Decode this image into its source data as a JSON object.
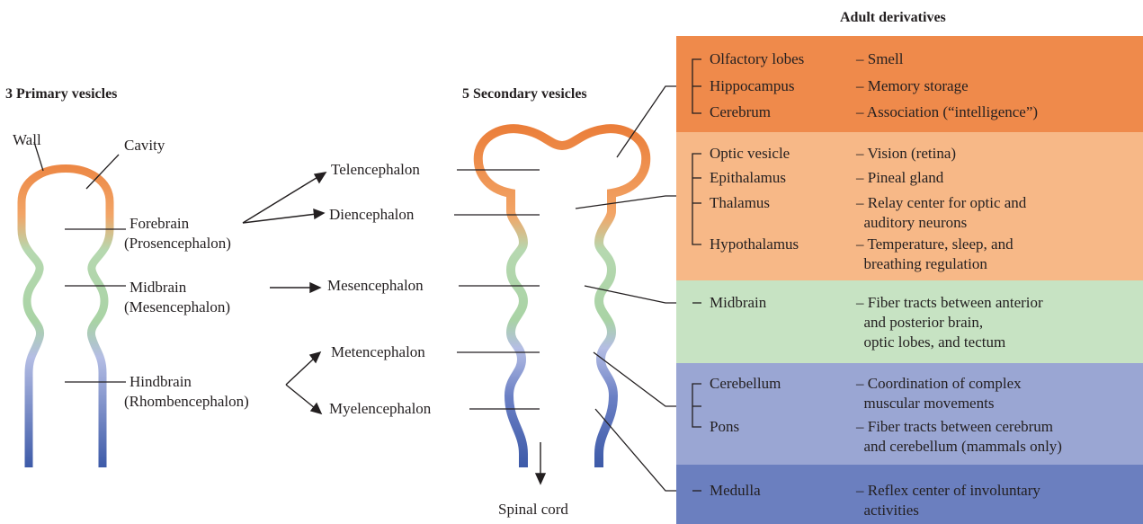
{
  "titles": {
    "primary": "3 Primary vesicles",
    "secondary": "5 Secondary vesicles",
    "adult": "Adult derivatives"
  },
  "labels": {
    "wall": "Wall",
    "cavity": "Cavity",
    "spinal_cord": "Spinal cord"
  },
  "primary": [
    {
      "name": "Forebrain",
      "alt": "(Prosencephalon)"
    },
    {
      "name": "Midbrain",
      "alt": "(Mesencephalon)"
    },
    {
      "name": "Hindbrain",
      "alt": "(Rhombencephalon)"
    }
  ],
  "secondary": [
    "Telencephalon",
    "Diencephalon",
    "Mesencephalon",
    "Metencephalon",
    "Myelencephalon"
  ],
  "adult_groups": [
    {
      "color": "#ef8a4b",
      "rows": [
        {
          "structure": "Olfactory lobes",
          "function": "– Smell"
        },
        {
          "structure": "Hippocampus",
          "function": "– Memory storage"
        },
        {
          "structure": "Cerebrum",
          "function": "– Association (“intelligence”)"
        }
      ]
    },
    {
      "color": "#f7b887",
      "rows": [
        {
          "structure": "Optic vesicle",
          "function": "– Vision (retina)"
        },
        {
          "structure": "Epithalamus",
          "function": "– Pineal gland"
        },
        {
          "structure": "Thalamus",
          "function": "– Relay center for optic and\n  auditory neurons"
        },
        {
          "structure": "Hypothalamus",
          "function": "– Temperature, sleep, and\n  breathing regulation"
        }
      ]
    },
    {
      "color": "#c7e3c3",
      "rows": [
        {
          "structure": "Midbrain",
          "function": "– Fiber tracts between anterior\n  and posterior brain,\n  optic lobes, and tectum"
        }
      ]
    },
    {
      "color": "#9aa6d3",
      "rows": [
        {
          "structure": "Cerebellum",
          "function": "– Coordination of complex\n  muscular movements"
        },
        {
          "structure": "Pons",
          "function": "– Fiber tracts between cerebrum\n  and cerebellum (mammals only)"
        }
      ]
    },
    {
      "color": "#6b7fbf",
      "rows": [
        {
          "structure": "Medulla",
          "function": "– Reflex center of involuntary\n  activities"
        }
      ]
    }
  ]
}
